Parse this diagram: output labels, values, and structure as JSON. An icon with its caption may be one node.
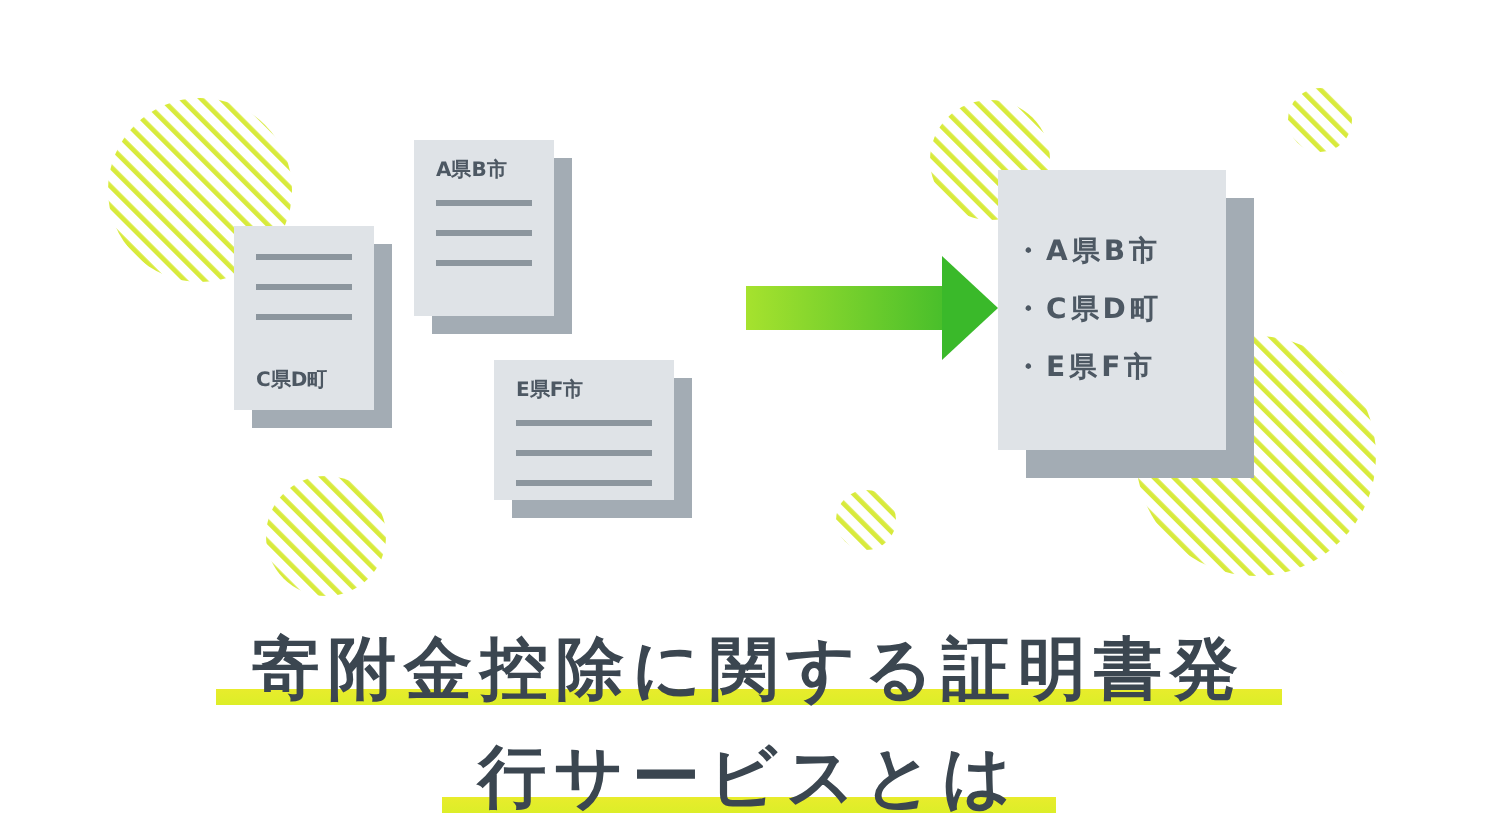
{
  "diagram": {
    "title": "寄附金控除に関する証明書発行サービスとは",
    "nodes": [
      {
        "text": [
          "A県B市"
        ]
      },
      {
        "text": [
          "C県D町"
        ]
      },
      {
        "text": [
          "E県F市"
        ]
      },
      {
        "text": [
          "・A県B市",
          "・C県D町",
          "・E県F市"
        ]
      }
    ],
    "edges": [
      {
        "from": null,
        "to": 3,
        "arrow": "to"
      }
    ]
  }
}
